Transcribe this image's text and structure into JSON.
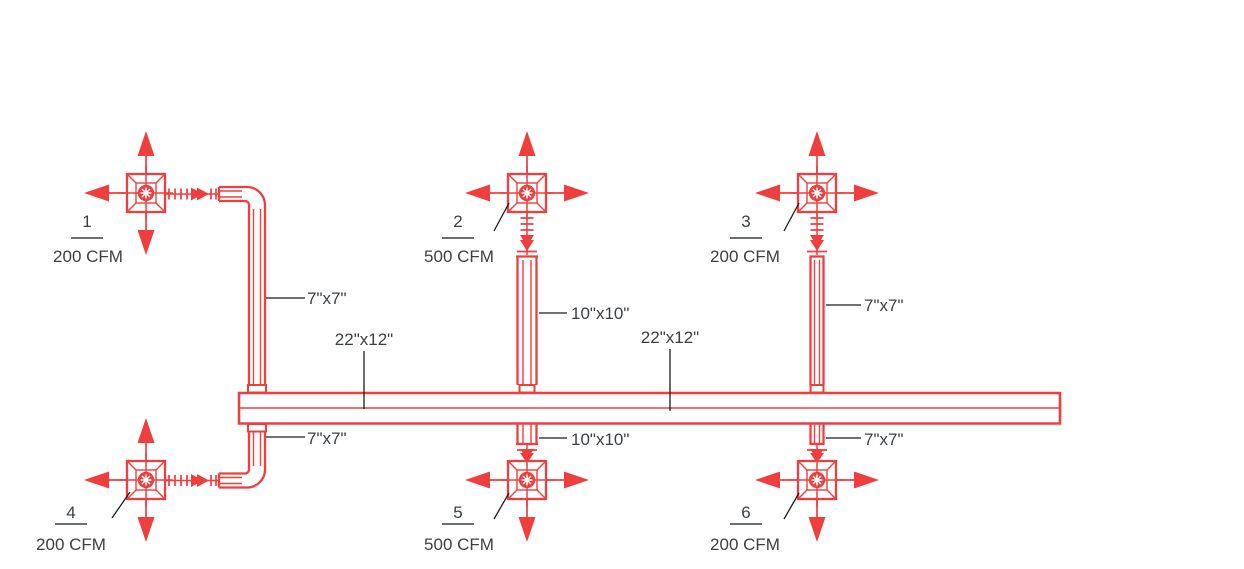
{
  "colors": {
    "duct_red": "#EF3E3E",
    "label_text": "#3C4043",
    "leader_line": "#1C1C1C",
    "background": "#FFFFFF"
  },
  "diffusers": [
    {
      "number": "1",
      "cfm": "200 CFM"
    },
    {
      "number": "2",
      "cfm": "500 CFM"
    },
    {
      "number": "3",
      "cfm": "200 CFM"
    },
    {
      "number": "4",
      "cfm": "200 CFM"
    },
    {
      "number": "5",
      "cfm": "500 CFM"
    },
    {
      "number": "6",
      "cfm": "200 CFM"
    }
  ],
  "duct_labels": [
    {
      "text": "7\"x7\""
    },
    {
      "text": "22\"x12\""
    },
    {
      "text": "10\"x10\""
    },
    {
      "text": "22\"x12\""
    },
    {
      "text": "7\"x7\""
    },
    {
      "text": "7\"x7\""
    },
    {
      "text": "10\"x10\""
    },
    {
      "text": "7\"x7\""
    }
  ]
}
